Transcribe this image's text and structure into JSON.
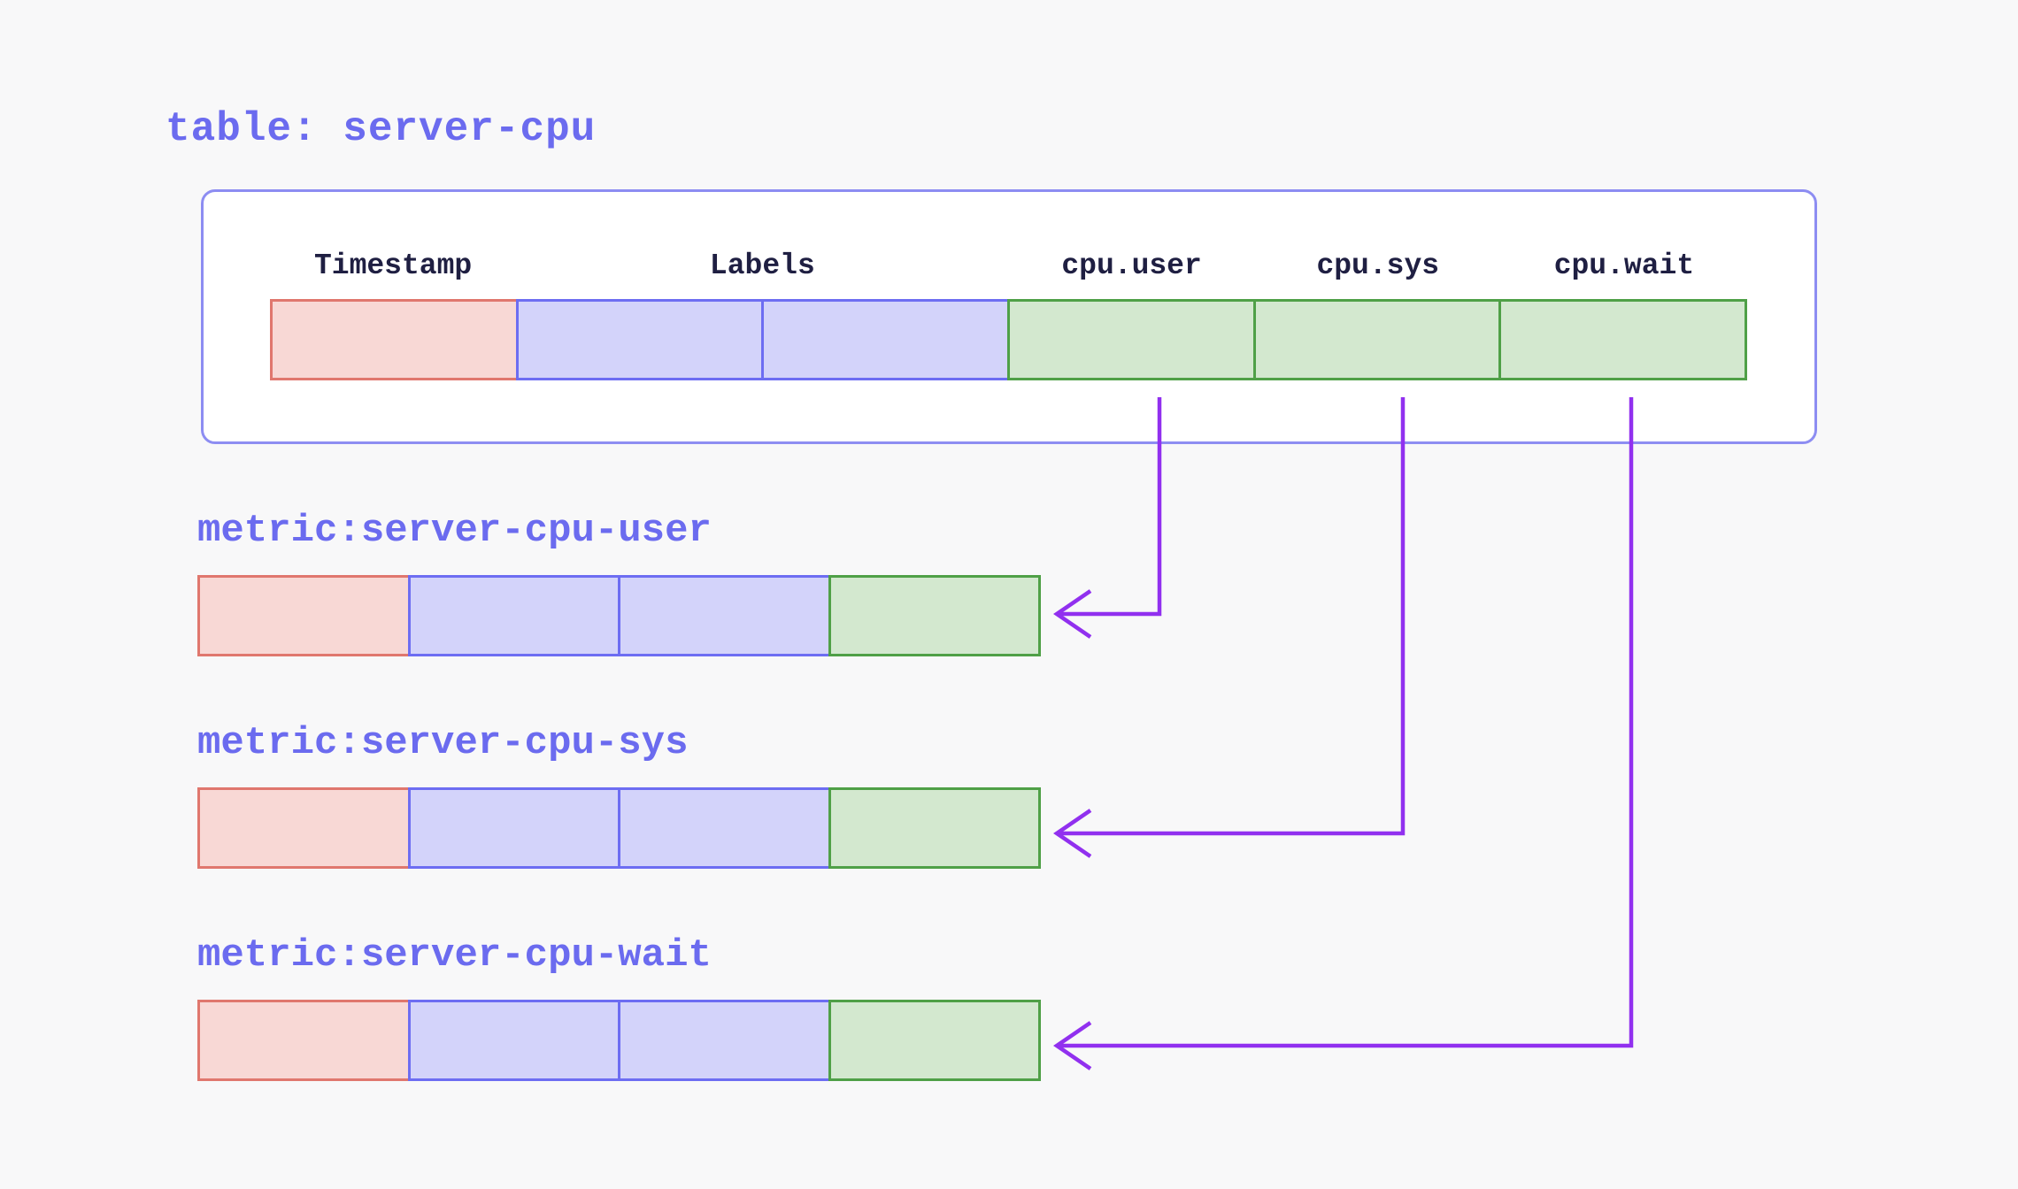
{
  "table_panel": {
    "title": "table: server-cpu",
    "columns": [
      {
        "label": "Timestamp",
        "kind": "timestamp",
        "span": 1
      },
      {
        "label": "Labels",
        "kind": "label",
        "span": 2
      },
      {
        "label": "cpu.user",
        "kind": "value",
        "span": 1
      },
      {
        "label": "cpu.sys",
        "kind": "value",
        "span": 1
      },
      {
        "label": "cpu.wait",
        "kind": "value",
        "span": 1
      }
    ],
    "row_cells": [
      "timestamp",
      "label",
      "label",
      "value",
      "value",
      "value"
    ]
  },
  "metrics": [
    {
      "title": "metric:server-cpu-user",
      "maps_from": "cpu.user",
      "row_cells": [
        "timestamp",
        "label",
        "label",
        "value"
      ]
    },
    {
      "title": "metric:server-cpu-sys",
      "maps_from": "cpu.sys",
      "row_cells": [
        "timestamp",
        "label",
        "label",
        "value"
      ]
    },
    {
      "title": "metric:server-cpu-wait",
      "maps_from": "cpu.wait",
      "row_cells": [
        "timestamp",
        "label",
        "label",
        "value"
      ]
    }
  ],
  "colors": {
    "background": "#f8f8f9",
    "panel_bg": "#ffffff",
    "panel_border": "#8d8df2",
    "accent_text": "#6b6bef",
    "header_text": "#1f1f42",
    "timestamp_fill": "#f8d8d5",
    "timestamp_border": "#e0776e",
    "labels_fill": "#d3d3fa",
    "labels_border": "#6d6df2",
    "value_fill": "#d3e8cf",
    "value_border": "#4fa047",
    "arrow": "#9130ef"
  }
}
